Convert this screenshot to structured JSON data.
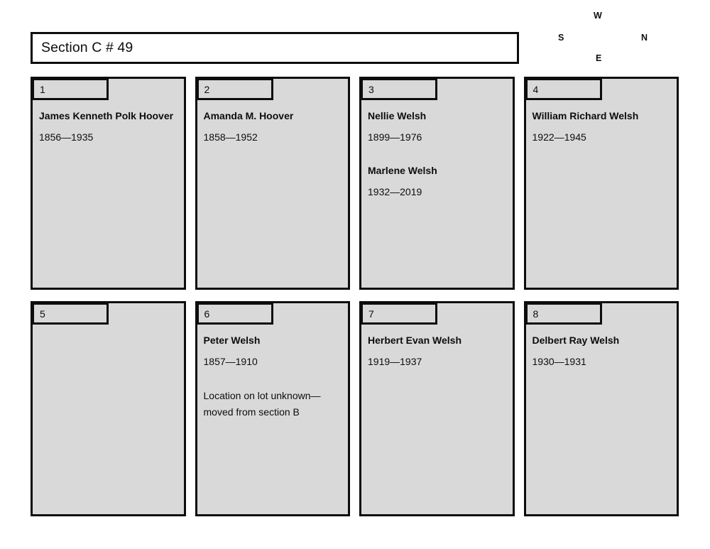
{
  "page": {
    "section_title": "Section C # 49"
  },
  "compass": {
    "north": "N",
    "south": "S",
    "east": "E",
    "west": "W"
  },
  "colors": {
    "plot_fill": "#d9d9d9",
    "outline": "#0d0d0d",
    "title_fill": "#ffffff",
    "page_background": "#ffffff"
  },
  "plots": [
    {
      "number": "1",
      "burials": [
        {
          "name": "James Kenneth Polk Hoover",
          "dates": "1856—1935"
        }
      ],
      "note": ""
    },
    {
      "number": "2",
      "burials": [
        {
          "name": "Amanda M. Hoover",
          "dates": "1858—1952"
        }
      ],
      "note": ""
    },
    {
      "number": "3",
      "burials": [
        {
          "name": "Nellie Welsh",
          "dates": "1899—1976"
        },
        {
          "name": "Marlene Welsh",
          "dates": "1932—2019"
        }
      ],
      "note": ""
    },
    {
      "number": "4",
      "burials": [
        {
          "name": "William Richard Welsh",
          "dates": "1922—1945"
        }
      ],
      "note": ""
    },
    {
      "number": "5",
      "burials": [],
      "note": ""
    },
    {
      "number": "6",
      "burials": [
        {
          "name": "Peter Welsh",
          "dates": "1857—1910"
        }
      ],
      "note": "Location on lot unknown—moved from section B"
    },
    {
      "number": "7",
      "burials": [
        {
          "name": "Herbert Evan Welsh",
          "dates": "1919—1937"
        }
      ],
      "note": ""
    },
    {
      "number": "8",
      "burials": [
        {
          "name": "Delbert Ray Welsh",
          "dates": "1930—1931"
        }
      ],
      "note": ""
    }
  ]
}
